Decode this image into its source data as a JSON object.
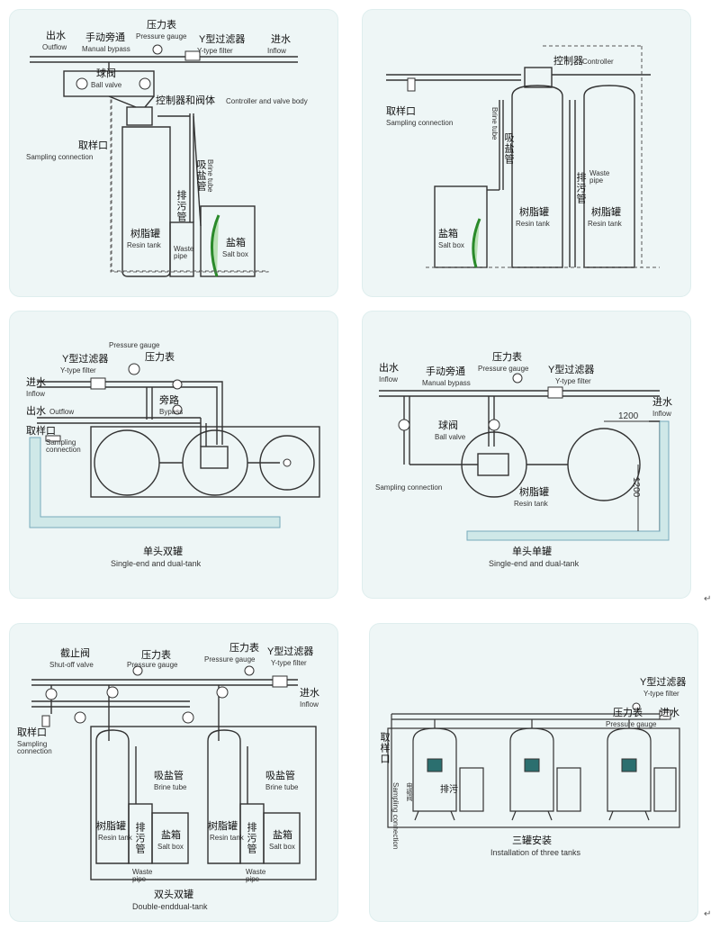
{
  "p1": {
    "outflow_zh": "出水",
    "outflow_en": "Outflow",
    "bypass_zh": "手动旁通",
    "bypass_en": "Manual bypass",
    "gauge_zh": "压力表",
    "gauge_en": "Pressure gauge",
    "filter_zh": "Y型过滤器",
    "filter_en": "Y-type filter",
    "inflow_zh": "进水",
    "inflow_en": "Inflow",
    "ball_zh": "球阀",
    "ball_en": "Ball valve",
    "ctrl_zh": "控制器和阀体",
    "ctrl_en": "Controller and valve body",
    "sample_zh": "取样口",
    "sample_en": "Sampling connection",
    "brine_zh": "吸盐管",
    "brine_en": "Brine tube",
    "waste_zh": "排污管",
    "waste_en": "Waste pipe",
    "resin_zh": "树脂罐",
    "resin_en": "Resin tank",
    "salt_zh": "盐箱",
    "salt_en": "Salt box"
  },
  "p2": {
    "ctrl_zh": "控制器",
    "ctrl_en": "Controller",
    "sample_zh": "取样口",
    "sample_en": "Sampling connection",
    "brine_zh": "吸盐管",
    "brine_en": "Brine tube",
    "waste_zh": "排污管",
    "waste_en": "Waste pipe",
    "resin_zh": "树脂罐",
    "resin_en": "Resin tank",
    "resin2_zh": "树脂罐",
    "resin2_en": "Resin tank",
    "salt_zh": "盐箱",
    "salt_en": "Salt box"
  },
  "p3": {
    "gauge_en": "Pressure gauge",
    "gauge_zh": "压力表",
    "filter_zh": "Y型过滤器",
    "filter_en": "Y-type filter",
    "inflow_zh": "进水",
    "inflow_en": "Inflow",
    "bypass_zh": "旁路",
    "bypass_en": "Bypass",
    "outflow_zh": "出水",
    "outflow_en": "Outflow",
    "sample_zh": "取样口",
    "sample_en": "Sampling connection",
    "caption_zh": "单头双罐",
    "caption_en": "Single-end and dual-tank"
  },
  "p4": {
    "outflow_zh": "出水",
    "outflow_en": "Inflow",
    "bypass_zh": "手动旁通",
    "bypass_en": "Manual bypass",
    "gauge_zh": "压力表",
    "gauge_en": "Pressure gauge",
    "filter_zh": "Y型过滤器",
    "filter_en": "Y-type filter",
    "inflow_zh": "进水",
    "inflow_en": "Inflow",
    "ball_zh": "球阀",
    "ball_en": "Ball valve",
    "dim_h": "1200",
    "dim_v": "1200",
    "sample_en": "Sampling connection",
    "resin_zh": "树脂罐",
    "resin_en": "Resin tank",
    "caption_zh": "单头单罐",
    "caption_en": "Single-end and dual-tank"
  },
  "p5": {
    "shutoff_zh": "截止阀",
    "shutoff_en": "Shut-off valve",
    "gauge1_zh": "压力表",
    "gauge1_en": "Pressure gauge",
    "gauge2_zh": "压力表",
    "gauge2_en": "Pressure gauge",
    "filter_zh": "Y型过滤器",
    "filter_en": "Y-type filter",
    "inflow_zh": "进水",
    "inflow_en": "Inflow",
    "sample_zh": "取样口",
    "sample_en": "Sampling connection",
    "brine1_zh": "吸盐管",
    "brine1_en": "Brine tube",
    "brine2_zh": "吸盐管",
    "brine2_en": "Brine tube",
    "resin1_zh": "树脂罐",
    "resin1_en": "Resin tank",
    "resin2_zh": "树脂罐",
    "resin2_en": "Resin tank",
    "waste1_zh": "排污管",
    "waste2_zh": "排污管",
    "salt1_zh": "盐箱",
    "salt1_en": "Salt box",
    "salt2_zh": "盐箱",
    "salt2_en": "Salt box",
    "wp1": "Waste pipe",
    "wp2": "Waste pipe",
    "caption_zh": "双头双罐",
    "caption_en": "Double-enddual-tank"
  },
  "p6": {
    "filter_zh": "Y型过滤器",
    "filter_en": "Y-type filter",
    "gauge_zh": "压力表",
    "gauge_en": "Pressure gauge",
    "inflow_zh": "进水",
    "inflow_en": "Inflow",
    "sample_zh": "取样口",
    "sample_en": "Sampling connection",
    "waste_zh": "排污",
    "ctrl_tag": "电磁阀",
    "caption_zh": "三罐安装",
    "caption_en": "Installation of three tanks"
  },
  "marks": {
    "m1": "↵",
    "m2": "↵"
  }
}
